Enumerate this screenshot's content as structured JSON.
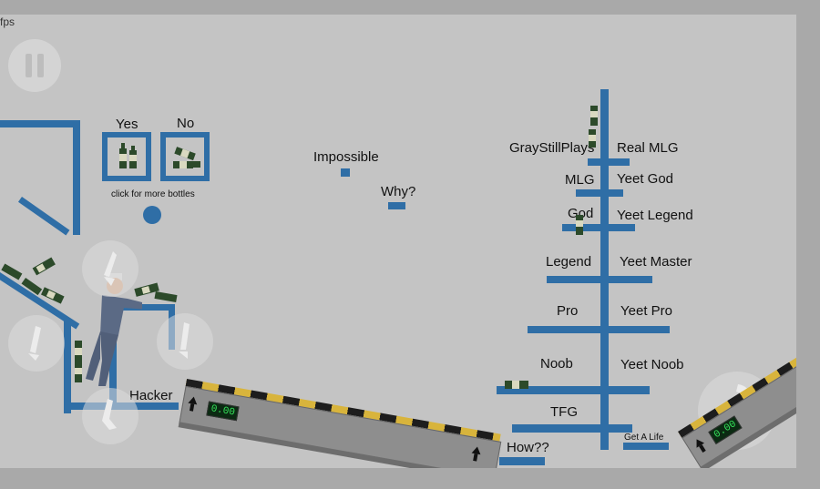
{
  "hud": {
    "fps_label": "fps"
  },
  "controls": {
    "pause_icon": "pause-icon"
  },
  "menu": {
    "yes_label": "Yes",
    "no_label": "No",
    "more_bottles_label": "click for more bottles"
  },
  "labels": {
    "impossible": "Impossible",
    "why": "Why?",
    "hacker": "Hacker",
    "how": "How??",
    "get_a_life": "Get A Life"
  },
  "ladder": {
    "left": [
      "GrayStillPlays",
      "MLG",
      "God",
      "Legend",
      "Pro",
      "Noob",
      "TFG"
    ],
    "right": [
      "Real MLG",
      "Yeet God",
      "Yeet Legend",
      "Yeet Master",
      "Yeet Pro",
      "Yeet Noob"
    ]
  },
  "counters": {
    "left_display": "0.00",
    "right_display": "0.00"
  },
  "colors": {
    "platform": "#2f6ea6",
    "background": "#c4c4c4"
  }
}
